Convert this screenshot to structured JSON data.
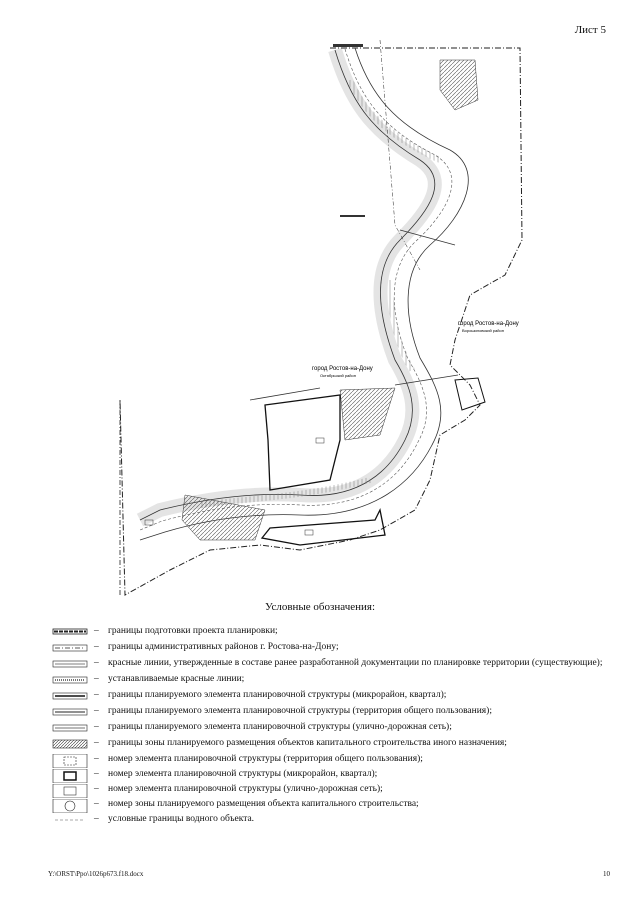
{
  "header": {
    "sheet": "Лист 5"
  },
  "map": {
    "labels": {
      "city_right": "город Ростов-на-Дону",
      "district_right": "Ворошиловский район",
      "city_left": "город Ростов-на-Дону",
      "district_left": "Октябрьский район"
    }
  },
  "legend": {
    "title": "Условные обозначения:",
    "items": [
      {
        "symbol": "project-boundary",
        "dash": "–",
        "text": "границы подготовки проекта планировки;"
      },
      {
        "symbol": "admin-boundary",
        "dash": "–",
        "text": "границы административных районов г. Ростова-на-Дону;"
      },
      {
        "symbol": "red-line-existing",
        "dash": "–",
        "text": "красные линии, утвержденные в составе ранее разработанной документации по планировке территории (существующие);"
      },
      {
        "symbol": "red-line-new",
        "dash": "–",
        "text": "устанавливаемые красные линии;"
      },
      {
        "symbol": "element-block",
        "dash": "–",
        "text": "границы планируемого элемента планировочной структуры (микрорайон, квартал);"
      },
      {
        "symbol": "element-public",
        "dash": "–",
        "text": "границы планируемого элемента планировочной структуры (территория общего пользования);"
      },
      {
        "symbol": "element-road",
        "dash": "–",
        "text": "границы планируемого элемента планировочной структуры (улично-дорожная сеть);"
      },
      {
        "symbol": "zone-hatch",
        "dash": "–",
        "text": "границы зоны планируемого размещения объектов капитального строительства иного назначения;"
      },
      {
        "symbol": "num-public",
        "dash": "–",
        "text": "номер элемента планировочной структуры (территория общего пользования);"
      },
      {
        "symbol": "num-block",
        "dash": "–",
        "text": "номер элемента планировочной структуры (микрорайон, квартал);"
      },
      {
        "symbol": "num-road",
        "dash": "–",
        "text": "номер элемента планировочной структуры (улично-дорожная сеть);"
      },
      {
        "symbol": "num-zone",
        "dash": "–",
        "text": "номер зоны планируемого размещения объекта капитального строительства;"
      },
      {
        "symbol": "water-boundary",
        "dash": "–",
        "text": "условные границы водного объекта."
      }
    ]
  },
  "footer": {
    "path": "Y:\\ORST\\Ppo\\1026p673.f18.docx",
    "page": "10"
  }
}
